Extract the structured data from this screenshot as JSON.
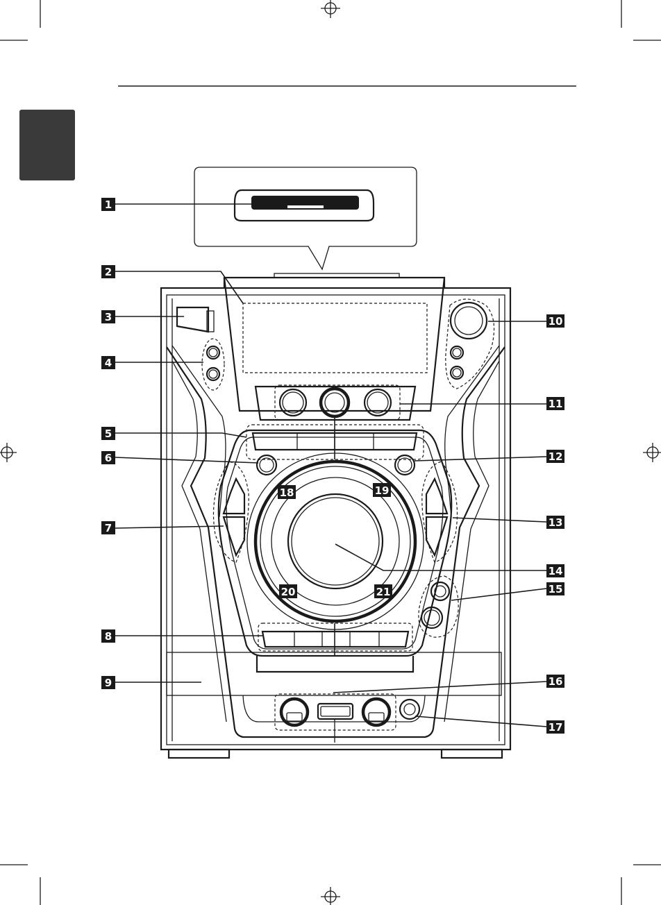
{
  "callouts": [
    {
      "id": "1",
      "label": "1"
    },
    {
      "id": "2",
      "label": "2"
    },
    {
      "id": "3",
      "label": "3"
    },
    {
      "id": "4",
      "label": "4"
    },
    {
      "id": "5",
      "label": "5"
    },
    {
      "id": "6",
      "label": "6"
    },
    {
      "id": "7",
      "label": "7"
    },
    {
      "id": "8",
      "label": "8"
    },
    {
      "id": "9",
      "label": "9"
    },
    {
      "id": "10",
      "label": "10"
    },
    {
      "id": "11",
      "label": "11"
    },
    {
      "id": "12",
      "label": "12"
    },
    {
      "id": "13",
      "label": "13"
    },
    {
      "id": "14",
      "label": "14"
    },
    {
      "id": "15",
      "label": "15"
    },
    {
      "id": "16",
      "label": "16"
    },
    {
      "id": "17",
      "label": "17"
    },
    {
      "id": "18",
      "label": "18"
    },
    {
      "id": "19",
      "label": "19"
    },
    {
      "id": "20",
      "label": "20"
    },
    {
      "id": "21",
      "label": "21"
    }
  ],
  "colors": {
    "ink": "#1a1a1a",
    "badge": "#1a1a1a",
    "side_tab": "#3a3a3a"
  },
  "icons": {
    "registration_mark": "crosshair-circle-icon"
  }
}
